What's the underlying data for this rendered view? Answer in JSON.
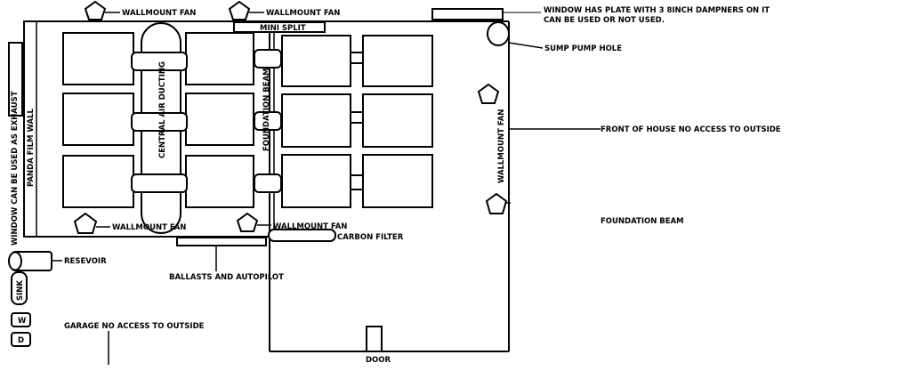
{
  "labels": {
    "wallmount_fan_top1": "WALLMOUNT FAN",
    "wallmount_fan_top2": "WALLMOUNT FAN",
    "mini_split": "MINI SPLIT",
    "window_plate_line1": "WINDOW HAS PLATE WITH 3 8INCH DAMPNERS ON IT",
    "window_plate_line2": "CAN BE USED OR NOT USED.",
    "sump_pump": "SUMP PUMP HOLE",
    "central_air": "CENTRAL AIR DUCTING",
    "foundation_beam_inner": "FOUNDATION BEAM",
    "wallmount_fan_right": "WALLMOUNT FAN",
    "front_of_house": "FRONT OF HOUSE NO ACCESS TO OUTSIDE",
    "foundation_beam_right": "FOUNDATION BEAM",
    "window_exhaust": "WINDOW CAN BE USED AS EXHAUST",
    "panda_film": "PANDA FILM WALL",
    "wallmount_fan_bottom1": "WALLMOUNT FAN",
    "wallmount_fan_bottom2": "WALLMOUNT FAN",
    "carbon_filter": "CARBON FILTER",
    "resevoir": "RESEVOIR",
    "ballasts": "BALLASTS AND AUTOPILOT",
    "sink": "SINK",
    "washer": "W",
    "dryer": "D",
    "garage": "GARAGE NO ACCESS TO OUTSIDE",
    "door": "DOOR"
  }
}
